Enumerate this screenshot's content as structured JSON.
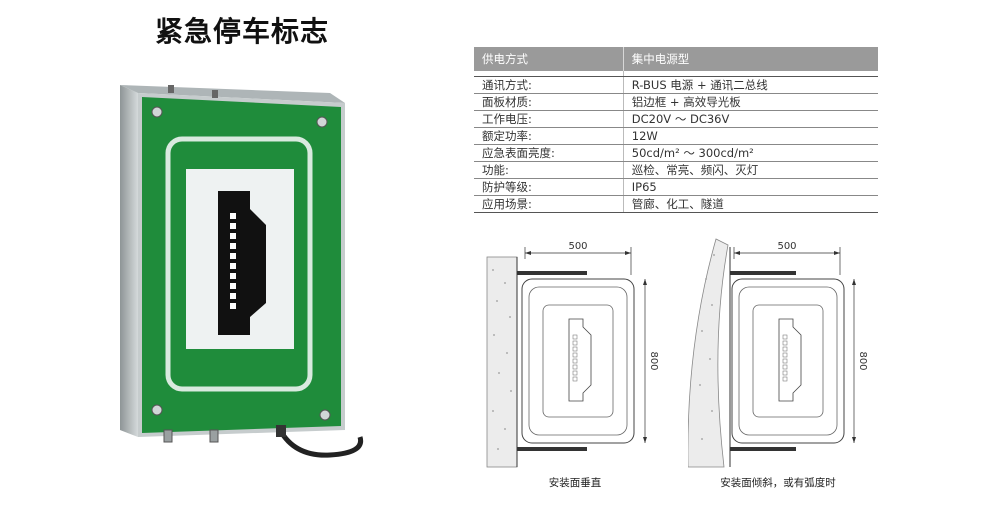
{
  "page": {
    "title": "紧急停车标志"
  },
  "spec_table": {
    "header": [
      "供电方式",
      "集中电源型"
    ],
    "rows": [
      [
        "通讯方式:",
        "R-BUS 电源 + 通讯二总线"
      ],
      [
        "面板材质:",
        "铝边框 + 高效导光板"
      ],
      [
        "工作电压:",
        "DC20V ～ DC36V"
      ],
      [
        "额定功率:",
        "12W"
      ],
      [
        "应急表面亮度:",
        "50cd/m² ～ 300cd/m²"
      ],
      [
        "功能:",
        "巡检、常亮、频闪、灭灯"
      ],
      [
        "防护等级:",
        "IP65"
      ],
      [
        "应用场景:",
        "管廊、化工、隧道"
      ]
    ]
  },
  "diagrams": [
    {
      "width_label": "500",
      "height_label": "800",
      "caption": "安装面垂直"
    },
    {
      "width_label": "500",
      "height_label": "800",
      "caption": "安装面倾斜，或有弧度时"
    }
  ],
  "colors": {
    "sign_green": "#1f8c3b",
    "panel_white": "#eef2f2",
    "frame": "#b9c0c2",
    "header_gray": "#9a9a9a"
  }
}
